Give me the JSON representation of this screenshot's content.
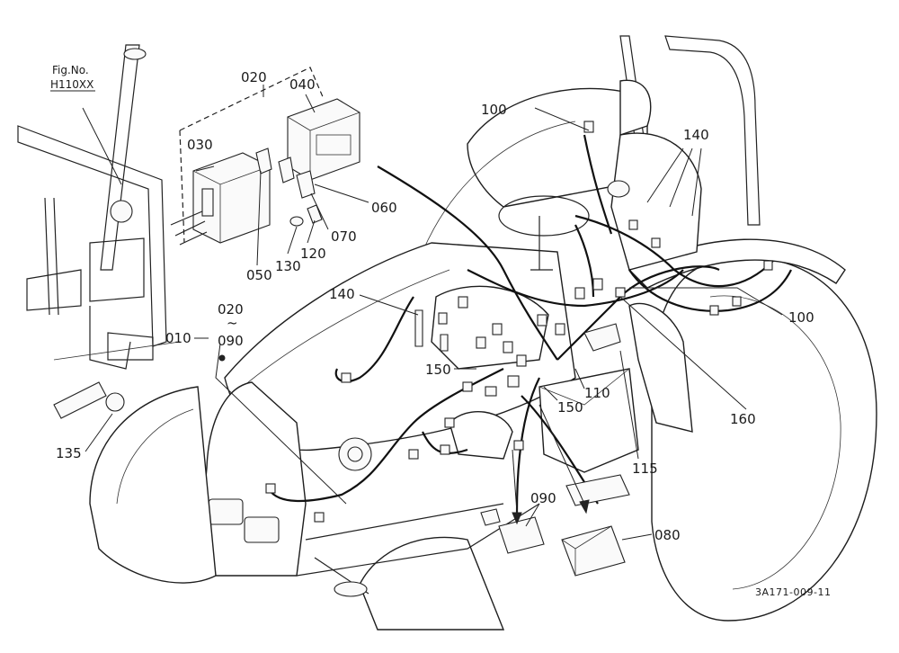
{
  "figure_reference": {
    "label": "Fig.No.",
    "number": "H110XX"
  },
  "callouts": [
    {
      "id": "c010",
      "text": "010"
    },
    {
      "id": "c020_top",
      "text": "020"
    },
    {
      "id": "c020_range",
      "text": "020"
    },
    {
      "id": "c_tilde",
      "text": "~"
    },
    {
      "id": "c090_range",
      "text": "090"
    },
    {
      "id": "c030",
      "text": "030"
    },
    {
      "id": "c040",
      "text": "040"
    },
    {
      "id": "c050",
      "text": "050"
    },
    {
      "id": "c060",
      "text": "060"
    },
    {
      "id": "c070",
      "text": "070"
    },
    {
      "id": "c080",
      "text": "080"
    },
    {
      "id": "c090",
      "text": "090"
    },
    {
      "id": "c100_top",
      "text": "100"
    },
    {
      "id": "c100_right",
      "text": "100"
    },
    {
      "id": "c110",
      "text": "110"
    },
    {
      "id": "c115",
      "text": "115"
    },
    {
      "id": "c120",
      "text": "120"
    },
    {
      "id": "c130",
      "text": "130"
    },
    {
      "id": "c135",
      "text": "135"
    },
    {
      "id": "c140_top",
      "text": "140"
    },
    {
      "id": "c140_mid",
      "text": "140"
    },
    {
      "id": "c150_left",
      "text": "150"
    },
    {
      "id": "c150_right",
      "text": "150"
    },
    {
      "id": "c160",
      "text": "160"
    }
  ],
  "document_id": "3A171-009-11"
}
